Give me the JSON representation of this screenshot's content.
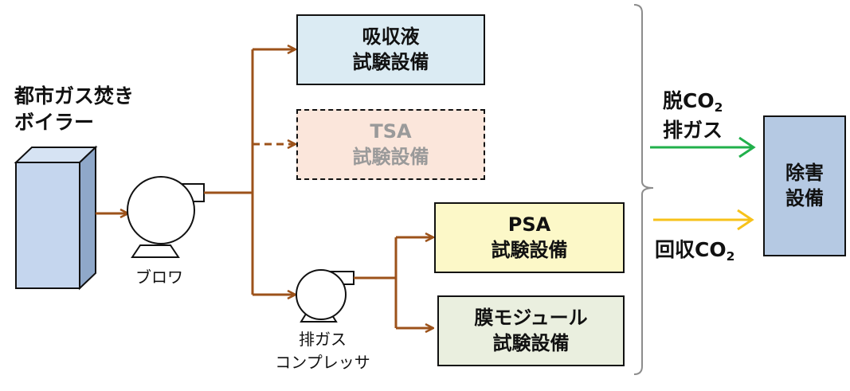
{
  "boiler": {
    "line1": "都市ガス焚き",
    "line2": "ボイラー",
    "fill": "#c5d6ee"
  },
  "blower": {
    "label": "ブロワ"
  },
  "compressor": {
    "line1": "排ガス",
    "line2": "コンプレッサ"
  },
  "units": [
    {
      "line1": "吸収液",
      "line2": "試験設備",
      "fill": "#dbebf3",
      "status": "active"
    },
    {
      "line1": "TSA",
      "line2": "試験設備",
      "fill": "#fbe6db",
      "status": "planned",
      "text_color": "#9a9a9a"
    },
    {
      "line1": "PSA",
      "line2": "試験設備",
      "fill": "#fcf8c8",
      "status": "active"
    },
    {
      "line1": "膜モジュール",
      "line2": "試験設備",
      "fill": "#eaefdf",
      "status": "active"
    }
  ],
  "outputs": {
    "decarb_gas": {
      "line1": "脱CO",
      "subscript": "2",
      "line2": "排ガス",
      "color": "#21b04b"
    },
    "recovered_co2": {
      "prefix": "回収CO",
      "subscript": "2",
      "color": "#f7c21a"
    }
  },
  "abatement": {
    "line1": "除害",
    "line2": "設備",
    "fill": "#b5c9e3"
  },
  "colors": {
    "flow": "#9c521a",
    "outline": "#111111"
  }
}
